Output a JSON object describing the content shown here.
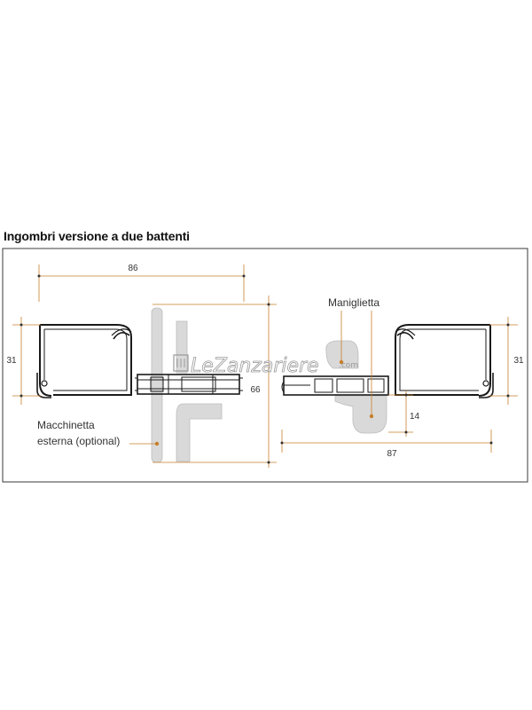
{
  "title": "Ingombri versione a due battenti",
  "dimensions": {
    "left_width": "86",
    "left_height": "31",
    "center_height": "66",
    "right_width": "87",
    "right_height": "31",
    "handle_offset": "14"
  },
  "labels": {
    "handle": "Maniglietta",
    "latch_line1": "Macchinetta",
    "latch_line2": "esterna (optional)"
  },
  "watermark": {
    "brand": "LeZanzariere",
    "suffix": ".com"
  },
  "colors": {
    "dimension_line": "#c87f2a",
    "profile_stroke": "#1a1a1a",
    "part_fill": "#d9d9d9",
    "frame_border": "#3a3a3a"
  }
}
